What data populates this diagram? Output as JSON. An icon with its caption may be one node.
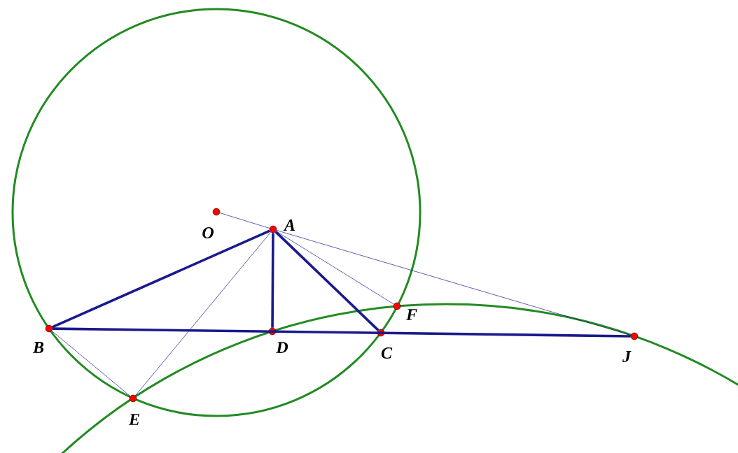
{
  "diagram": {
    "nodes": [
      {
        "text": [
          "O"
        ]
      },
      {
        "text": [
          "A"
        ]
      },
      {
        "text": [
          "B"
        ]
      },
      {
        "text": [
          "D"
        ]
      },
      {
        "text": [
          "C"
        ]
      },
      {
        "text": [
          "F"
        ]
      },
      {
        "text": [
          "J"
        ]
      },
      {
        "text": [
          "E"
        ]
      }
    ],
    "edges": [
      {
        "from": 1,
        "to": 2,
        "arrow": "none",
        "style": "thick"
      },
      {
        "from": 1,
        "to": 3,
        "arrow": "none",
        "style": "thick"
      },
      {
        "from": 1,
        "to": 4,
        "arrow": "none",
        "style": "thick"
      },
      {
        "from": 2,
        "to": 6,
        "arrow": "none",
        "style": "thick"
      },
      {
        "from": 0,
        "to": 1,
        "arrow": "none"
      },
      {
        "from": 1,
        "to": 6,
        "arrow": "none"
      },
      {
        "from": 1,
        "to": 5,
        "arrow": "none"
      },
      {
        "from": 1,
        "to": 7,
        "arrow": "none"
      },
      {
        "from": 2,
        "to": 7,
        "arrow": "none"
      }
    ]
  }
}
